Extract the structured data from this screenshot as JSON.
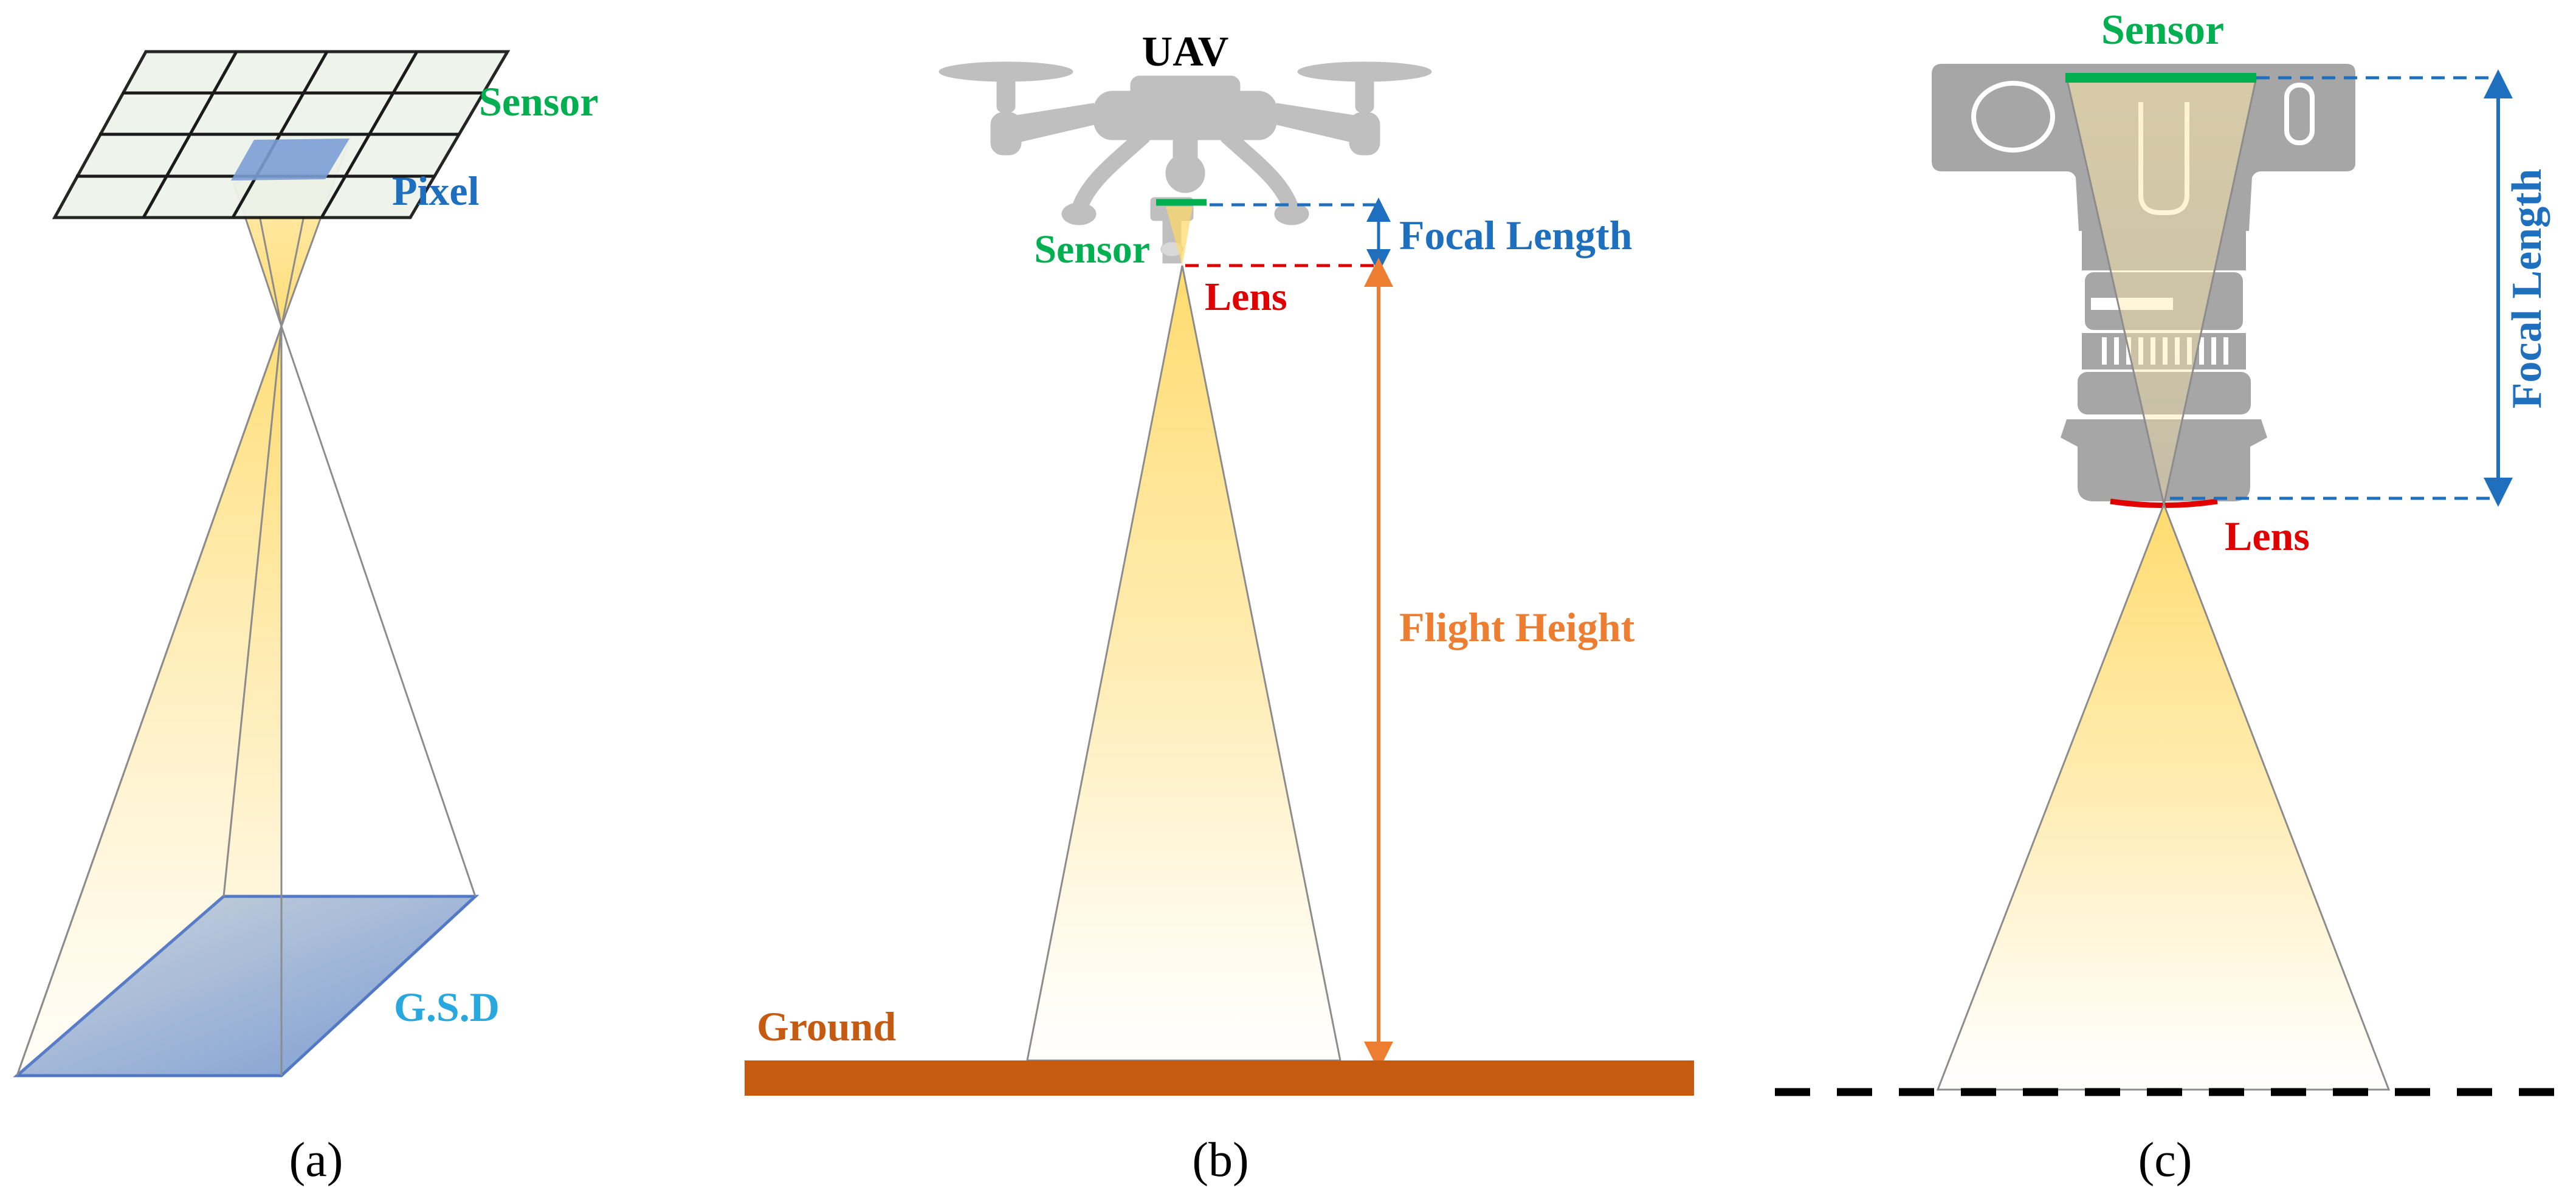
{
  "panel_a": {
    "sensor_label": "Sensor",
    "pixel_label": "Pixel",
    "gsd_label": "G.S.D",
    "caption": "(a)"
  },
  "panel_b": {
    "uav_label": "UAV",
    "sensor_label": "Sensor",
    "focal_length_label": "Focal Length",
    "lens_label": "Lens",
    "flight_height_label": "Flight Height",
    "ground_label": "Ground",
    "caption": "(b)"
  },
  "panel_c": {
    "sensor_label": "Sensor",
    "focal_length_label": "Focal Length",
    "lens_label": "Lens",
    "caption": "(c)"
  },
  "colors": {
    "sensor": "#00b050",
    "pixel": "#1f6fbf",
    "gsd": "#29a8e0",
    "focal_length": "#1f6fbf",
    "lens": "#e00000",
    "flight_height": "#ed7d31",
    "ground": "#c55a11",
    "uav": "#000000",
    "light_cone": "#ffd966",
    "device_gray": "#bfbfbf"
  }
}
